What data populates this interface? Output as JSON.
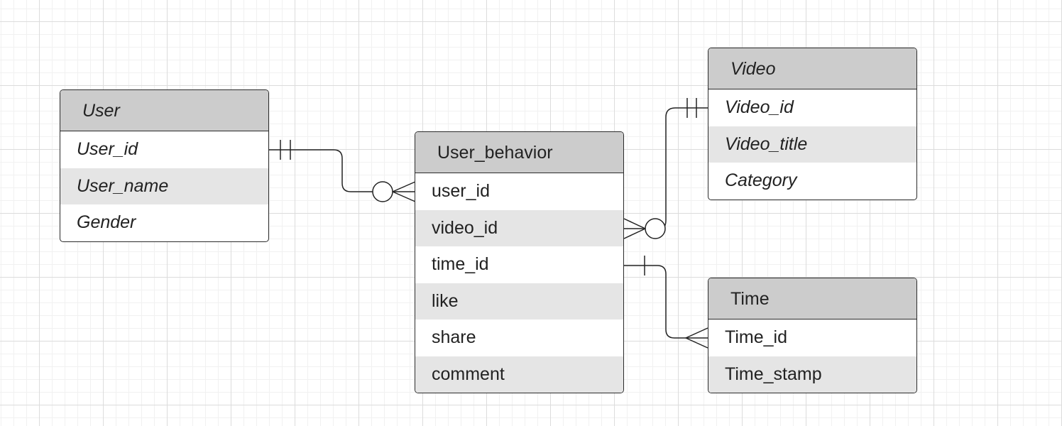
{
  "entities": {
    "user": {
      "title": "User",
      "fields": [
        "User_id",
        "User_name",
        "Gender"
      ]
    },
    "user_behavior": {
      "title": "User_behavior",
      "fields": [
        "user_id",
        "video_id",
        "time_id",
        "like",
        "share",
        "comment"
      ]
    },
    "video": {
      "title": "Video",
      "fields": [
        "Video_id",
        "Video_title",
        "Category"
      ]
    },
    "time": {
      "title": "Time",
      "fields": [
        "Time_id",
        "Time_stamp"
      ]
    }
  },
  "relationships": [
    {
      "from": "User.User_id",
      "from_cardinality": "one-and-only-one",
      "to": "User_behavior.user_id",
      "to_cardinality": "zero-or-many"
    },
    {
      "from": "Video.Video_id",
      "from_cardinality": "one-and-only-one",
      "to": "User_behavior.video_id",
      "to_cardinality": "zero-or-many"
    },
    {
      "from": "User_behavior.time_id",
      "from_cardinality": "one",
      "to": "Time.Time_id",
      "to_cardinality": "many"
    }
  ],
  "colors": {
    "header_fill": "#cccccc",
    "alt_row_fill": "#e5e5e5",
    "border": "#2b2b2b",
    "grid_line": "#dcdcdc"
  }
}
